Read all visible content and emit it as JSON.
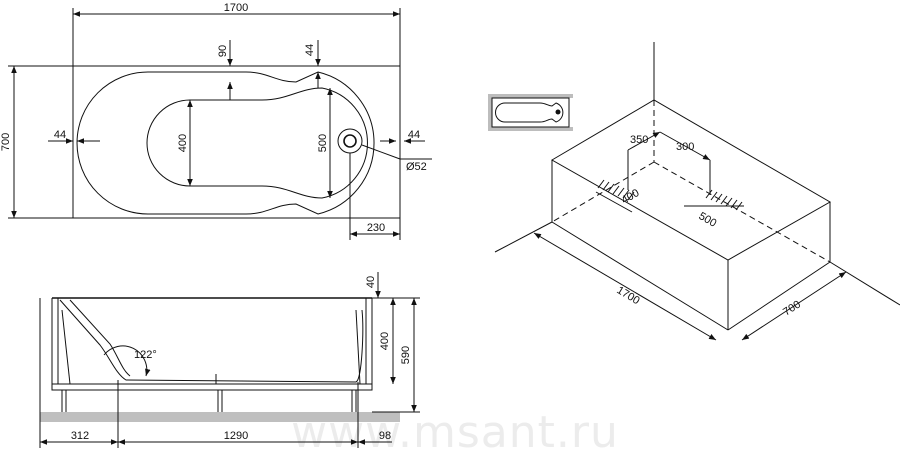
{
  "watermark": "www.msant.ru",
  "top_view": {
    "overall_length": "1700",
    "overall_width": "700",
    "rim_top_left": "90",
    "rim_top_right": "44",
    "rim_left": "44",
    "rim_right": "44",
    "inner_width_left": "400",
    "inner_width_right": "500",
    "drain_offset": "230",
    "drain_diameter": "Ø52"
  },
  "side_view": {
    "rim_height": "40",
    "depth": "400",
    "total_height": "590",
    "backrest_angle": "122°",
    "left_offset": "312",
    "center_span": "1290",
    "right_offset": "98"
  },
  "iso_view": {
    "length": "1700",
    "width": "700",
    "dim_350": "350",
    "dim_300": "300",
    "dim_400": "400",
    "dim_500": "500"
  }
}
